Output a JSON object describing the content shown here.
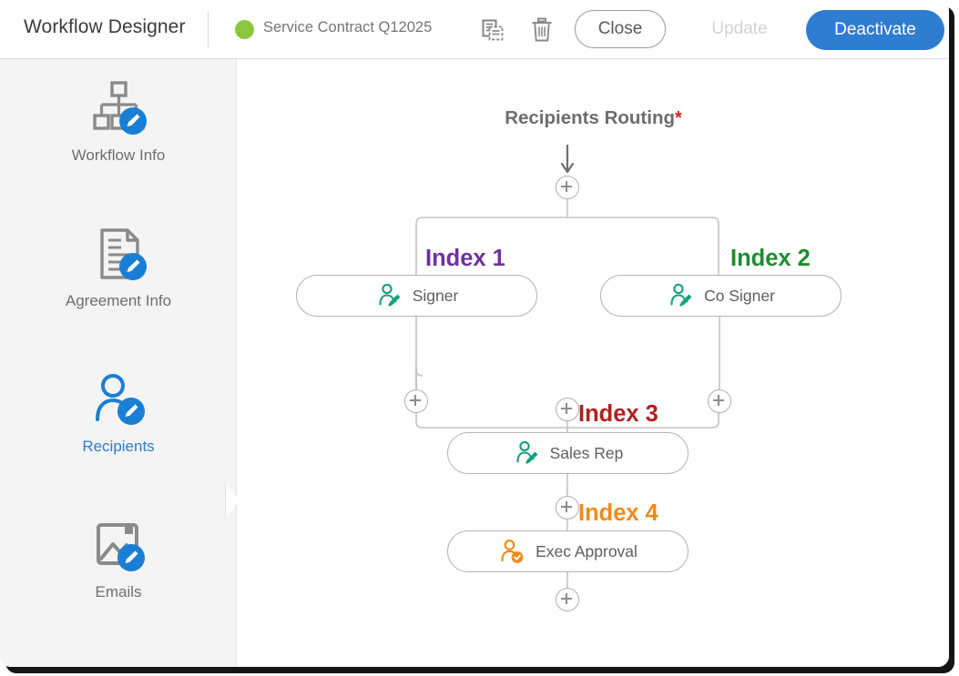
{
  "header": {
    "app_title": "Workflow Designer",
    "status_dot_color": "#8cc63f",
    "document_name": "Service Contract Q12025",
    "copy_icon": "copy-icon",
    "trash_icon": "trash-icon",
    "close_label": "Close",
    "update_label": "Update",
    "deactivate_label": "Deactivate",
    "deactivate_color": "#2e7dd1"
  },
  "sidebar": {
    "active_color": "#2e7dd1",
    "items": [
      {
        "label": "Workflow Info",
        "icon": "org-chart-edit-icon",
        "active": false
      },
      {
        "label": "Agreement Info",
        "icon": "document-edit-icon",
        "active": false
      },
      {
        "label": "Recipients",
        "icon": "person-edit-icon",
        "active": true
      },
      {
        "label": "Emails",
        "icon": "image-mail-edit-icon",
        "active": false
      }
    ]
  },
  "canvas": {
    "flow_title": "Recipients Routing",
    "required_marker": "*",
    "nodes": [
      {
        "index_label": "Index 1",
        "index_color": "#7030a0",
        "name": "Signer",
        "icon": "signer-pen-icon",
        "icon_color": "#13a07c"
      },
      {
        "index_label": "Index 2",
        "index_color": "#1e8c2e",
        "name": "Co Signer",
        "icon": "signer-pen-icon",
        "icon_color": "#13a07c"
      },
      {
        "index_label": "Index 3",
        "index_color": "#b02020",
        "name": "Sales Rep",
        "icon": "signer-pen-icon",
        "icon_color": "#13a07c"
      },
      {
        "index_label": "Index 4",
        "index_color": "#f08a1e",
        "name": "Exec Approval",
        "icon": "approver-check-icon",
        "icon_color": "#f08a1e"
      }
    ],
    "add_buttons": [
      "add-node-top",
      "add-node-branch-left-top",
      "add-node-branch-right-top",
      "add-node-branch-left-bottom",
      "add-node-branch-right-bottom",
      "add-node-after-merge",
      "add-node-after-index3",
      "add-node-bottom"
    ]
  }
}
